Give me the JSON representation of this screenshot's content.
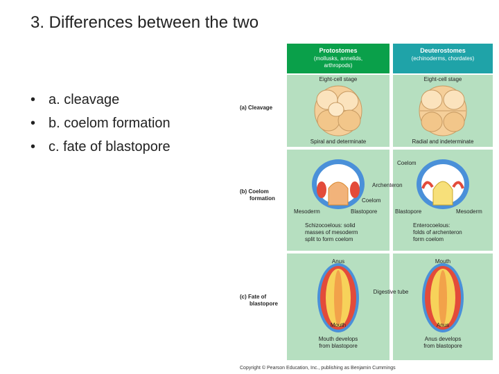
{
  "slide": {
    "title": "3.  Differences between the two",
    "bullets": [
      {
        "marker": "•",
        "text": "a.  cleavage"
      },
      {
        "marker": "•",
        "text": "b.  coelom formation"
      },
      {
        "marker": "•",
        "text": "c.  fate of blastopore"
      }
    ]
  },
  "figure": {
    "header_left": {
      "line1": "Protostomes",
      "line2": "(mollusks, annelids,",
      "line3": "arthropods)"
    },
    "header_right": {
      "line1": "Deuterostomes",
      "line2": "(echinoderms, chordates)"
    },
    "rows": {
      "a": {
        "label1": "(a) Cleavage",
        "left_top": "Eight-cell stage",
        "right_top": "Eight-cell stage",
        "left_bottom": "Spiral and determinate",
        "right_bottom": "Radial and indeterminate"
      },
      "b": {
        "label1": "(b) Coelom",
        "label2": "formation",
        "coelom": "Coelom",
        "archenteron": "Archenteron",
        "coelom2": "Coelom",
        "mesoderm_left": "Mesoderm",
        "blastopore_left": "Blastopore",
        "blastopore_right": "Blastopore",
        "mesoderm_right": "Mesoderm",
        "left_desc": [
          "Schizocoelous: solid",
          "masses of mesoderm",
          "split to form coelom"
        ],
        "right_desc": [
          "Enterocoelous:",
          "folds of archenteron",
          "form coelom"
        ]
      },
      "c": {
        "label1": "(c) Fate of",
        "label2": "blastopore",
        "anus_top": "Anus",
        "mouth_top": "Mouth",
        "digestive": "Digestive tube",
        "mouth_bottom": "Mouth",
        "anus_bottom": "Anus",
        "left_desc": [
          "Mouth develops",
          "from blastopore"
        ],
        "right_desc": [
          "Anus develops",
          "from blastopore"
        ]
      }
    },
    "copyright": "Copyright © Pearson Education, Inc., publishing as Benjamin Cummings"
  },
  "colors": {
    "protostome_header": "#0aa04a",
    "deuterostome_header": "#1fa3a8",
    "panel_fill": "#b6dfc0"
  }
}
